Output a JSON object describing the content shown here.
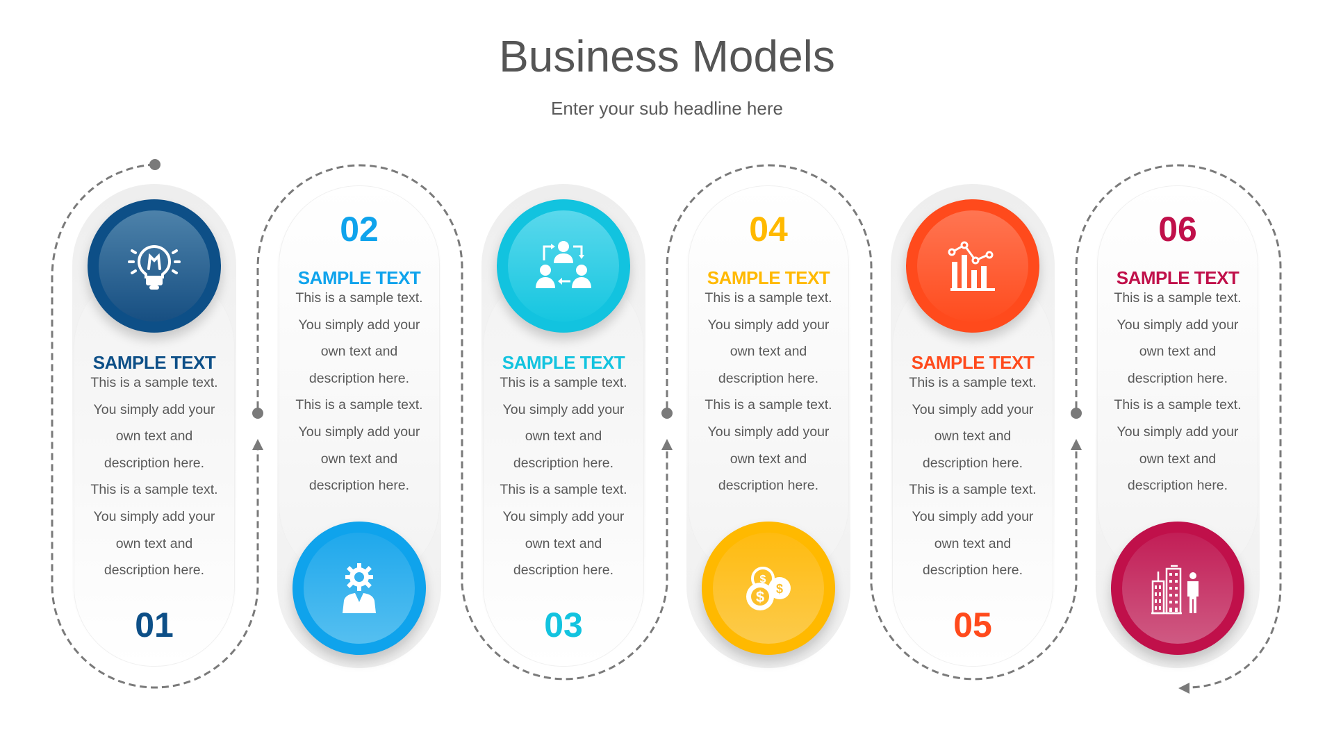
{
  "header": {
    "title": "Business Models",
    "subtitle": "Enter your sub headline here"
  },
  "colors": {
    "connector": "#7a7a7a",
    "body_text": "#595959",
    "title_text": "#555555"
  },
  "cards": [
    {
      "number": "01",
      "title": "SAMPLE TEXT",
      "icon": "lightbulb-icon",
      "icon_position": "top",
      "color": "#0d4f87",
      "lines": [
        "This is a sample text.",
        "You simply add your",
        "own text and",
        "description here.",
        "This is a sample text.",
        "You simply add your",
        "own text and",
        "description here."
      ]
    },
    {
      "number": "02",
      "title": "SAMPLE TEXT",
      "icon": "gear-person-icon",
      "icon_position": "bottom",
      "color": "#0fa3ec",
      "lines": [
        "This is a sample text.",
        "You simply add your",
        "own text and",
        "description here.",
        "This is a sample text.",
        "You simply add your",
        "own text and",
        "description here."
      ]
    },
    {
      "number": "03",
      "title": "SAMPLE TEXT",
      "icon": "team-cycle-icon",
      "icon_position": "top",
      "color": "#12c3df",
      "lines": [
        "This is a sample text.",
        "You simply add your",
        "own text and",
        "description here.",
        "This is a sample text.",
        "You simply add your",
        "own text and",
        "description here."
      ]
    },
    {
      "number": "04",
      "title": "SAMPLE TEXT",
      "icon": "coins-icon",
      "icon_position": "bottom",
      "color": "#ffb900",
      "lines": [
        "This is a sample text.",
        "You simply add your",
        "own text and",
        "description here.",
        "This is a sample text.",
        "You simply add your",
        "own text and",
        "description here."
      ]
    },
    {
      "number": "05",
      "title": "SAMPLE TEXT",
      "icon": "bar-chart-icon",
      "icon_position": "top",
      "color": "#ff4a1c",
      "lines": [
        "This is a sample text.",
        "You simply add your",
        "own text and",
        "description here.",
        "This is a sample text.",
        "You simply add your",
        "own text and",
        "description here."
      ]
    },
    {
      "number": "06",
      "title": "SAMPLE TEXT",
      "icon": "buildings-businessman-icon",
      "icon_position": "bottom",
      "color": "#c0104a",
      "lines": [
        "This is a sample text.",
        "You simply add your",
        "own text and",
        "description here.",
        "This is a sample text.",
        "You simply add your",
        "own text and",
        "description here."
      ]
    }
  ]
}
